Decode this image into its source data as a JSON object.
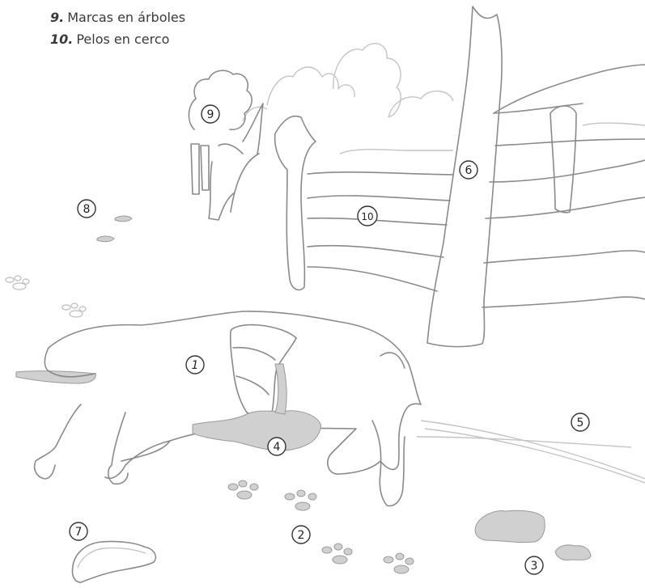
{
  "legend": {
    "items": [
      {
        "number": "9.",
        "text": "Marcas en árboles"
      },
      {
        "number": "10.",
        "text": "Pelos en cerco"
      }
    ]
  },
  "markers": {
    "m1": "1",
    "m2": "2",
    "m3": "3",
    "m4": "4",
    "m5": "5",
    "m6": "6",
    "m7": "7",
    "m8": "8",
    "m9": "9",
    "m10": "10"
  }
}
